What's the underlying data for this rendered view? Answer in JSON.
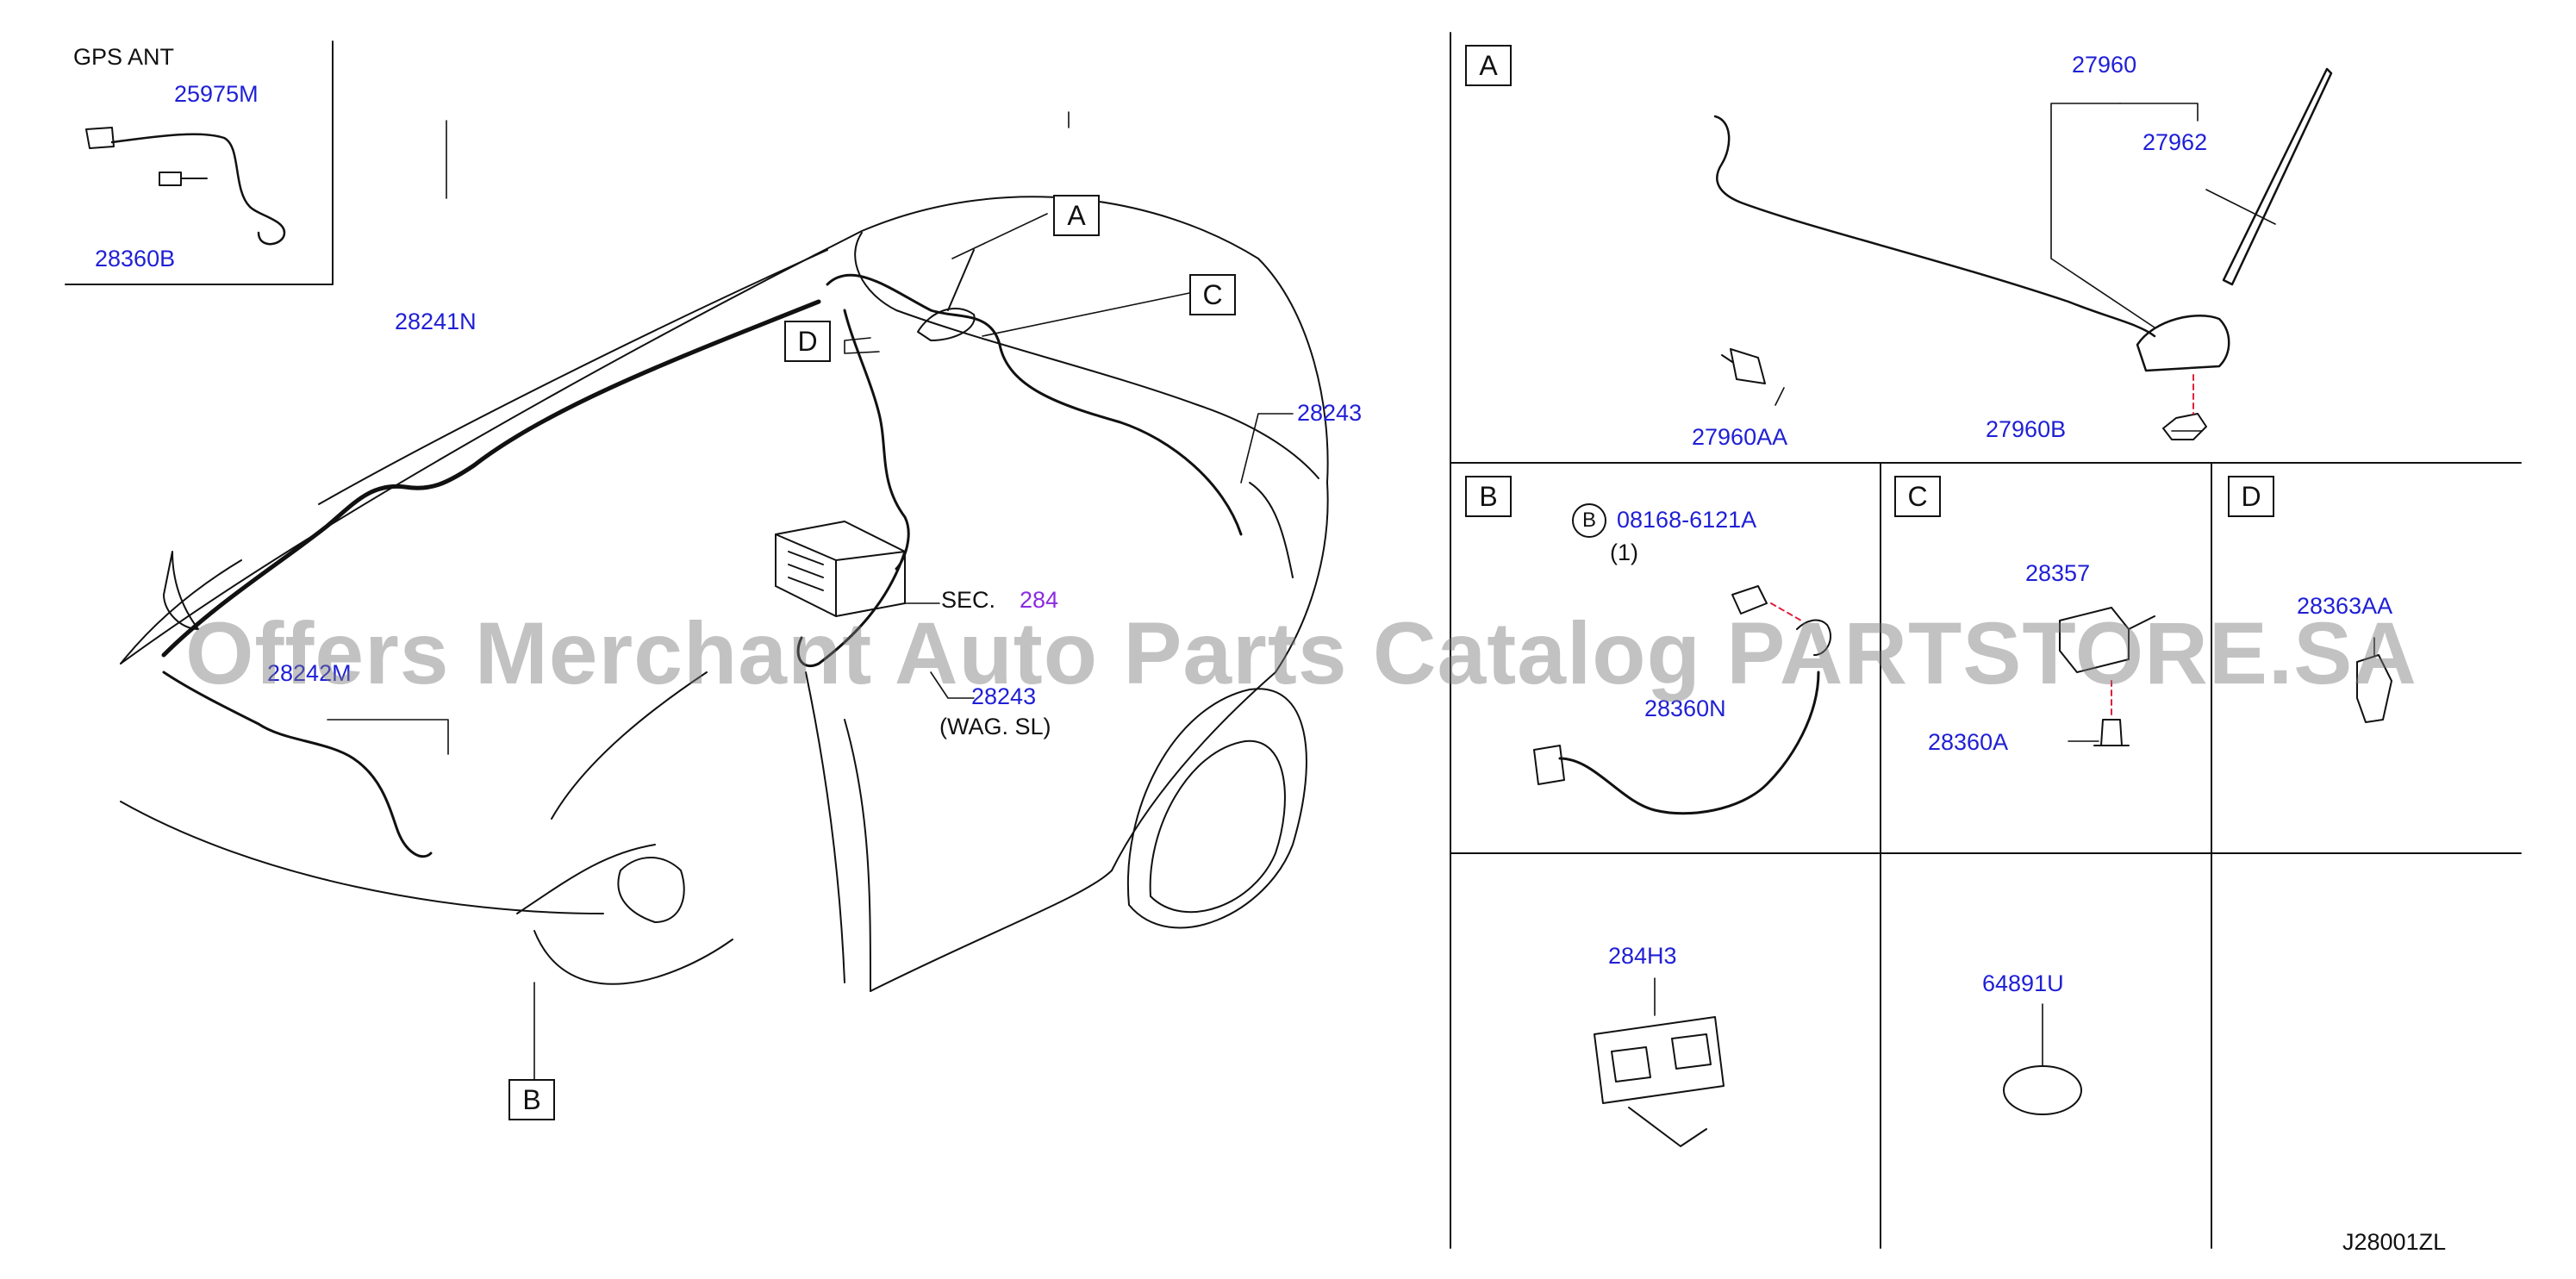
{
  "inset": {
    "title": "GPS   ANT"
  },
  "labels": {
    "p25975M": "25975M",
    "p28360B": "28360B",
    "p28241N": "28241N",
    "p28242M": "28242M",
    "p28243a": "28243",
    "p28243b": "28243",
    "wag_sl": "(WAG.  SL)",
    "sec_text": "SEC.",
    "sec_num": "284",
    "p27960": "27960",
    "p27962": "27962",
    "p27960AA": "27960AA",
    "p27960B": "27960B",
    "p08168": "08168-6121A",
    "qty": "(1)",
    "p28360N": "28360N",
    "p28357": "28357",
    "p28360A": "28360A",
    "p28363AA": "28363AA",
    "p284H3": "284H3",
    "p64891U": "64891U",
    "diagram_code": "J28001ZL"
  },
  "callouts": {
    "A_main": "A",
    "B_main": "B",
    "C_main": "C",
    "D_main": "D",
    "A_panel": "A",
    "B_panel": "B",
    "C_panel": "C",
    "D_panel": "D",
    "bolt_symbol": "B"
  },
  "watermark": "Offers Merchant Auto Parts Catalog PARTSTORE.SA",
  "colors": {
    "part_number": "#1f1fd6",
    "section_ref": "#8a2be2",
    "line": "#111111",
    "leader_dash": "#e0203a",
    "watermark": "#9a9a9a"
  }
}
